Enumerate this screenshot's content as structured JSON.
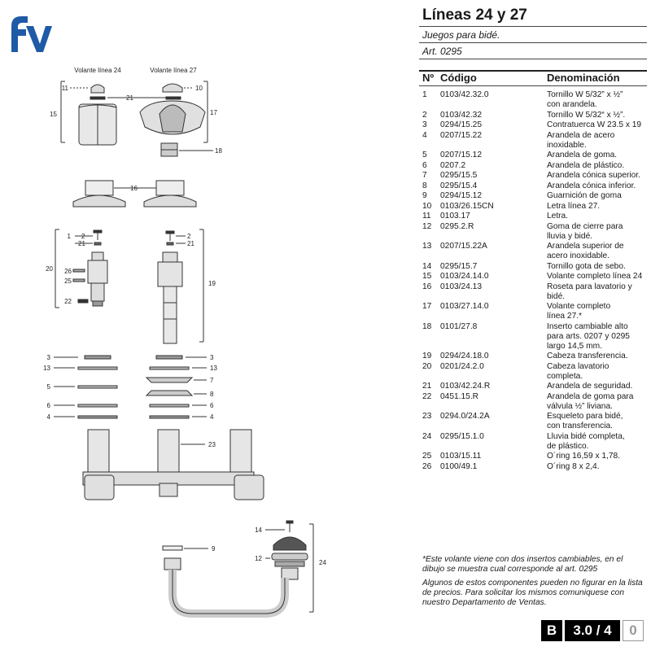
{
  "header": {
    "logo_text": "fv",
    "title": "Líneas 24 y 27",
    "subtitle": "Juegos para bidé.",
    "article": "Art. 0295"
  },
  "colors": {
    "brand": "#1f5aa6",
    "ink": "#1a1a1a",
    "badge": "#000000"
  },
  "table": {
    "headers": {
      "number": "Nº",
      "code": "Código",
      "name": "Denominación"
    },
    "rows": [
      {
        "n": "1",
        "code": "0103/42.32.0",
        "lines": [
          "Tornillo W 5/32” x ½”",
          "con arandela."
        ]
      },
      {
        "n": "2",
        "code": "0103/42.32",
        "lines": [
          "Tornillo W 5/32“ x ½”."
        ]
      },
      {
        "n": "3",
        "code": "0294/15.25",
        "lines": [
          "Contratuerca W 23.5 x 19"
        ]
      },
      {
        "n": "4",
        "code": "0207/15.22",
        "lines": [
          "Arandela de acero",
          "inoxidable."
        ]
      },
      {
        "n": "5",
        "code": "0207/15.12",
        "lines": [
          "Arandela de goma."
        ]
      },
      {
        "n": "6",
        "code": "0207.2",
        "lines": [
          "Arandela de plástico."
        ]
      },
      {
        "n": "7",
        "code": "0295/15.5",
        "lines": [
          "Arandela cónica superior."
        ]
      },
      {
        "n": "8",
        "code": "0295/15.4",
        "lines": [
          "Arandela cónica inferior."
        ]
      },
      {
        "n": "9",
        "code": "0294/15.12",
        "lines": [
          "Guarnición de goma"
        ]
      },
      {
        "n": "10",
        "code": "0103/26.15CN",
        "lines": [
          "Letra línea 27."
        ]
      },
      {
        "n": "11",
        "code": "0103.17",
        "lines": [
          "Letra."
        ]
      },
      {
        "n": "12",
        "code": "0295.2.R",
        "lines": [
          "Goma de cierre para",
          "lluvia y bidé."
        ]
      },
      {
        "n": "13",
        "code": "0207/15.22A",
        "lines": [
          "Arandela superior de",
          "acero inoxidable."
        ]
      },
      {
        "n": "14",
        "code": "0295/15.7",
        "lines": [
          "Tornillo gota de sebo."
        ]
      },
      {
        "n": "15",
        "code": "0103/24.14.0",
        "lines": [
          "Volante completo línea 24"
        ]
      },
      {
        "n": "16",
        "code": "0103/24.13",
        "lines": [
          "Roseta para lavatorio y",
          "bidé."
        ]
      },
      {
        "n": "17",
        "code": "0103/27.14.0",
        "lines": [
          "Volante completo",
          "línea 27.*"
        ]
      },
      {
        "n": "18",
        "code": "0101/27.8",
        "lines": [
          "Inserto cambiable alto",
          "para arts. 0207 y 0295",
          "largo 14,5 mm."
        ]
      },
      {
        "n": "19",
        "code": "0294/24.18.0",
        "lines": [
          "Cabeza transferencia."
        ]
      },
      {
        "n": "20",
        "code": "0201/24.2.0",
        "lines": [
          "Cabeza lavatorio",
          "completa."
        ]
      },
      {
        "n": "21",
        "code": "0103/42.24.R",
        "lines": [
          "Arandela de seguridad."
        ]
      },
      {
        "n": "22",
        "code": "0451.15.R",
        "lines": [
          "Arandela de goma para",
          "válvula ½” liviana."
        ]
      },
      {
        "n": "23",
        "code": "0294.0/24.2A",
        "lines": [
          "Esqueleto para bidé,",
          "con transferencia."
        ]
      },
      {
        "n": "24",
        "code": "0295/15.1.0",
        "lines": [
          "Lluvia bidé completa,",
          "de plástico."
        ]
      },
      {
        "n": "25",
        "code": "0103/15.11",
        "lines": [
          "O´ring 16,59 x 1,78."
        ]
      },
      {
        "n": "26",
        "code": "0100/49.1",
        "lines": [
          "O´ring  8 x 2,4."
        ]
      }
    ]
  },
  "notes": {
    "asterisk_note": "*Este volante viene con dos insertos cambiables, en el dibujo se muestra cual corresponde al art. 0295",
    "availability_note": "Algunos de estos componentes pueden no figurar en la lista de precios. Para solicitar los mismos comuniquese con nuestro Departamento de Ventas."
  },
  "badge": {
    "section": "B",
    "page": "3.0 / 4",
    "revision": "0"
  },
  "diagram": {
    "label_line24": "Volante línea 24",
    "label_line27": "Volante línea 27",
    "callouts": {
      "c1": "1",
      "c2": "2",
      "c3": "3",
      "c4": "4",
      "c5": "5",
      "c6": "6",
      "c7": "7",
      "c8": "8",
      "c9": "9",
      "c10": "10",
      "c11": "11",
      "c12": "12",
      "c13": "13",
      "c14": "14",
      "c15": "15",
      "c16": "16",
      "c17": "17",
      "c18": "18",
      "c19": "19",
      "c20": "20",
      "c21": "21",
      "c22": "22",
      "c23": "23",
      "c24": "24",
      "c25": "25",
      "c26": "26"
    }
  }
}
